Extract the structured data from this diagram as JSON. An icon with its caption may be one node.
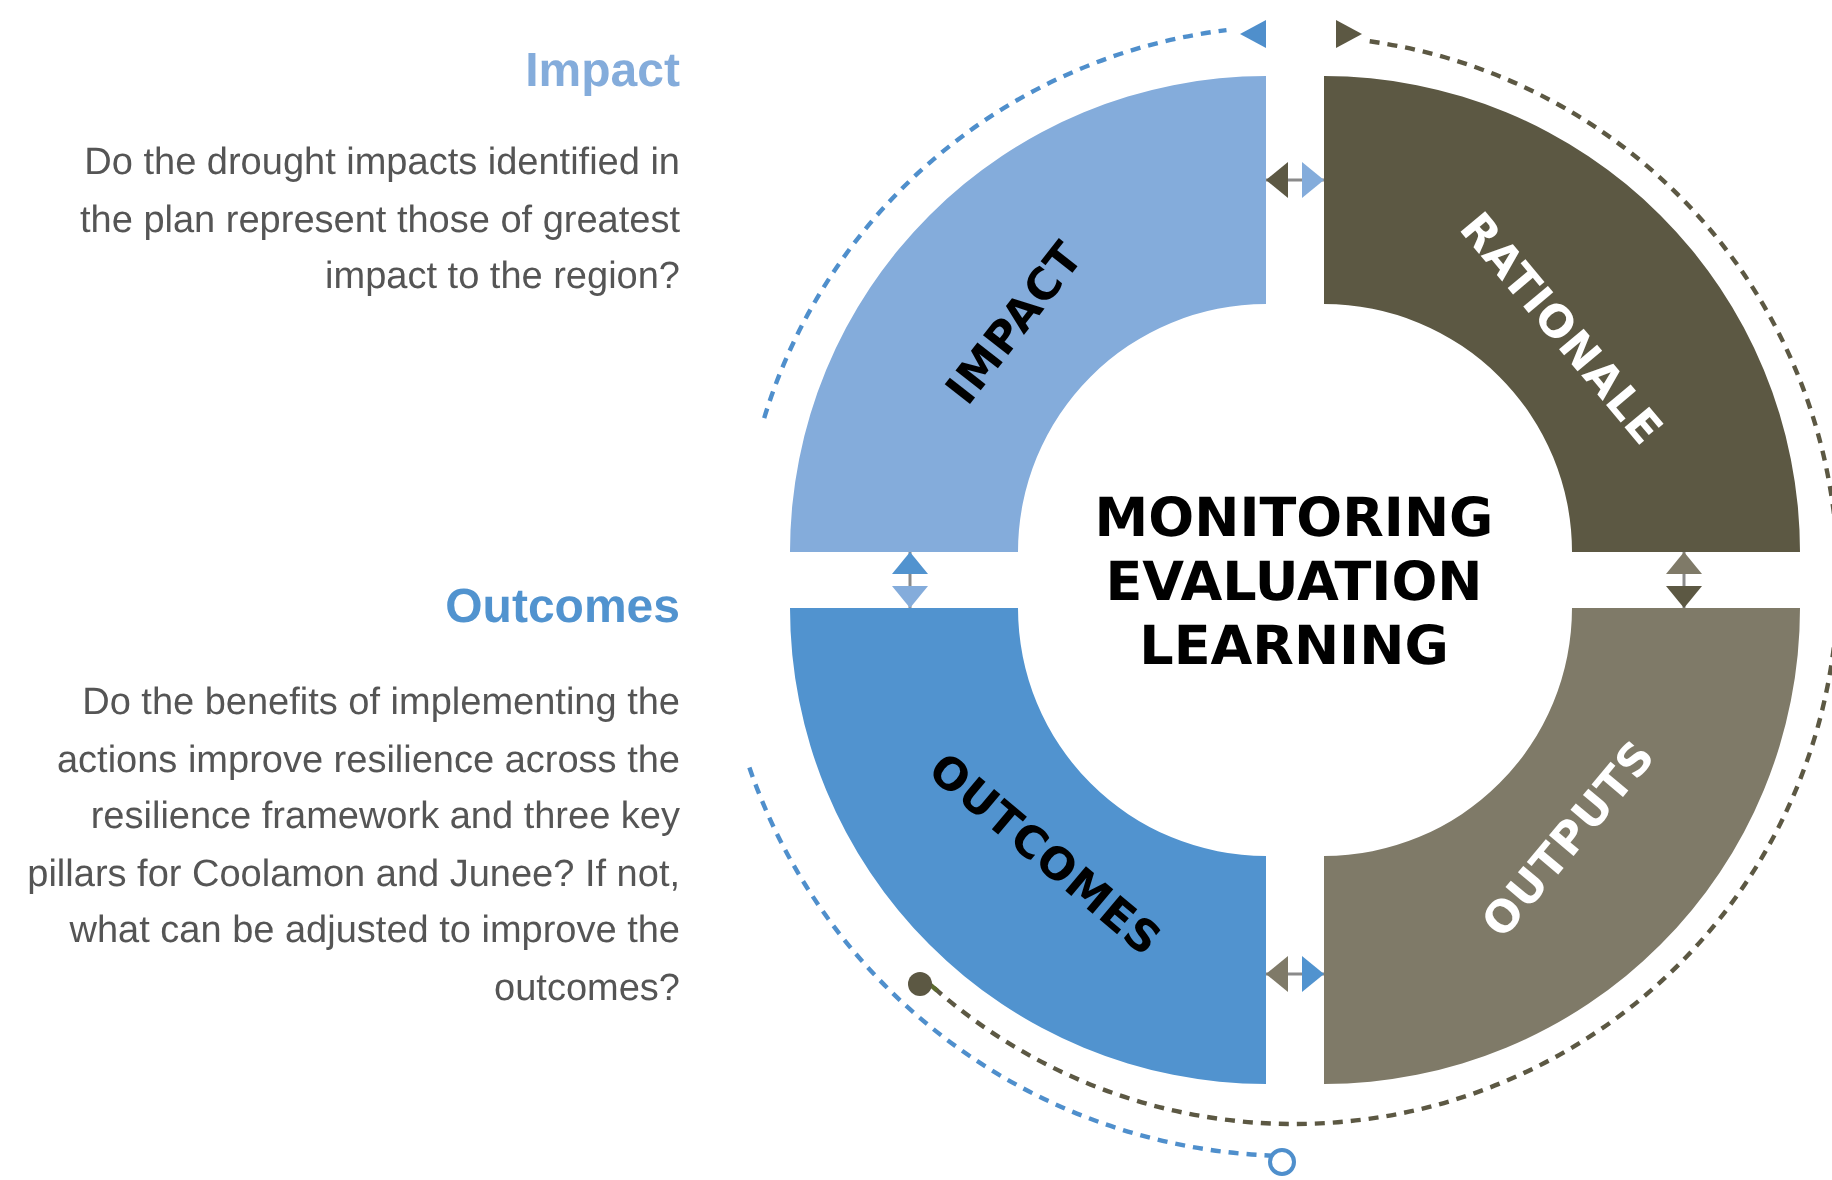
{
  "diagram": {
    "nodes": [
      {
        "text": [
          "IMPACT"
        ]
      },
      {
        "text": [
          "RATIONALE"
        ]
      },
      {
        "text": [
          "OUTPUTS"
        ]
      },
      {
        "text": [
          "OUTCOMES"
        ]
      }
    ],
    "edges": [
      {
        "from": 0,
        "to": 1,
        "arrow": "both"
      },
      {
        "from": 1,
        "to": 2,
        "arrow": "both"
      },
      {
        "from": 2,
        "to": 3,
        "arrow": "both"
      },
      {
        "from": 3,
        "to": 0,
        "arrow": "both"
      }
    ],
    "labels": [
      "Impact",
      "Do the drought impacts identified in the plan represent those of greatest impact to the region?",
      "MONITORING EVALUATION LEARNING",
      "Outcomes",
      "Do the benefits of implementing the actions improve resilience across the resilience framework and three key pillars for Coolamon and Junee? If not, what can be adjusted to improve the outcomes?"
    ]
  }
}
